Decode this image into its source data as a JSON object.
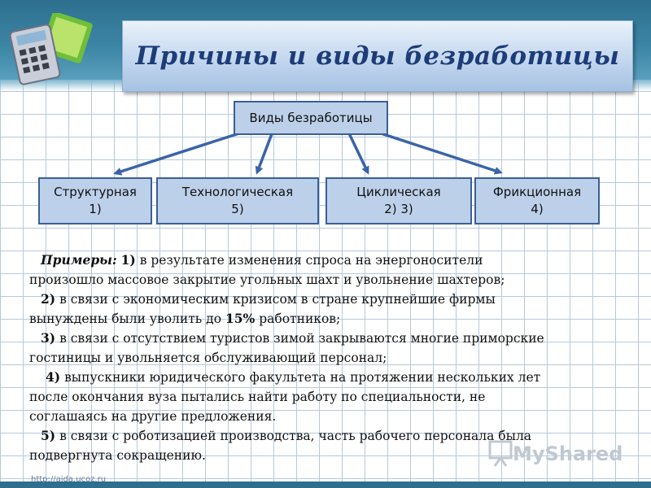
{
  "title": "Причины и виды безработицы",
  "diagram": {
    "root": "Виды безработицы",
    "nodes": [
      {
        "name": "Структурная",
        "refs": "1)"
      },
      {
        "name": "Технологическая",
        "refs": "5)"
      },
      {
        "name": "Циклическая",
        "refs": "2) 3)"
      },
      {
        "name": "Фрикционная",
        "refs": "4)"
      }
    ]
  },
  "examples": {
    "lead": "Примеры:",
    "items": [
      {
        "num": "1)",
        "text": "в результате изменения спроса на энергоносители"
      },
      {
        "num": "",
        "text": "произошло массовое закрытие угольных шахт и увольнение шахтеров;"
      },
      {
        "num": "2)",
        "text": "в связи с экономическим кризисом в стране крупнейшие фирмы"
      },
      {
        "num": "",
        "text": "вынуждены были уволить до"
      },
      {
        "num": "3)",
        "text": "в связи с отсутствием туристов зимой закрываются многие приморские"
      },
      {
        "num": "",
        "text": "гостиницы и увольняется обслуживающий персонал;"
      },
      {
        "num": "4)",
        "text": "выпускники юридического факультета на протяжении нескольких лет"
      },
      {
        "num": "",
        "text": "после окончания вуза пытались найти работу по специальности, не"
      },
      {
        "num": "",
        "text": "соглашаясь на другие предложения."
      },
      {
        "num": "5)",
        "text": "в связи с роботизацией производства, часть рабочего персонала была"
      },
      {
        "num": "",
        "text": "подвергнута сокращению."
      }
    ],
    "line4_bold": "15%",
    "line4_tail": "работников;"
  },
  "watermark": {
    "url": "http://aida.ucoz.ru",
    "brand": "MyShared"
  },
  "colors": {
    "band": "#2e6f8e",
    "node_fill": "#bcd0ea",
    "node_border": "#3b5f95",
    "arrow": "#3a64a8",
    "title": "#1d3c78"
  }
}
